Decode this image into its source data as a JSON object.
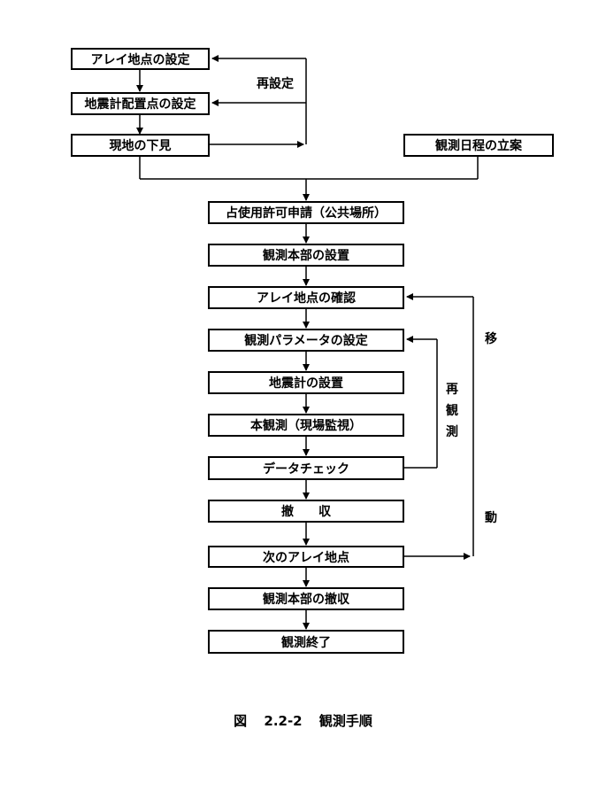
{
  "boxes": {
    "array_point_setting": "アレイ地点の設定",
    "seismometer_point_setting": "地震計配置点の設定",
    "site_survey": "現地の下見",
    "schedule_planning": "観測日程の立案",
    "permit_application": "占使用許可申請（公共場所）",
    "hq_setup": "観測本部の設置",
    "array_point_confirm": "アレイ地点の確認",
    "parameter_setting": "観測パラメータの設定",
    "seismometer_setup": "地震計の設置",
    "main_observation": "本観測（現場監視）",
    "data_check": "データチェック",
    "withdrawal": "撤　　収",
    "next_array_point": "次のアレイ地点",
    "hq_withdrawal": "観測本部の撤収",
    "observation_end": "観測終了"
  },
  "labels": {
    "reset": "再設定",
    "reobserve": [
      "再",
      "観",
      "測"
    ],
    "move": [
      "移",
      "動"
    ]
  },
  "caption": "図 2.2-2 観測手順"
}
